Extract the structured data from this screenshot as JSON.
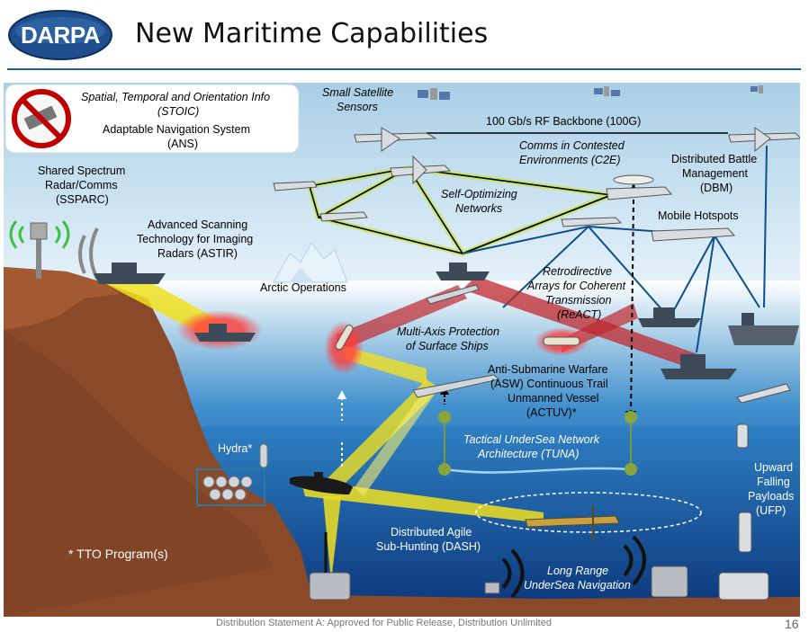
{
  "header": {
    "logo_text": "DARPA",
    "title": "New Maritime Capabilities"
  },
  "labels": {
    "stoic": "Spatial, Temporal and Orientation Info",
    "stoic_abbr": "(STOIC)",
    "ans": "Adaptable Navigation System",
    "ans_abbr": "(ANS)",
    "small_sat_1": "Small Satellite",
    "small_sat_2": "Sensors",
    "backbone": "100 Gb/s RF Backbone (100G)",
    "c2e_1": "Comms in Contested",
    "c2e_2": "Environments (C2E)",
    "dbm_1": "Distributed Battle",
    "dbm_2": "Management",
    "dbm_3": "(DBM)",
    "ssparc_1": "Shared Spectrum",
    "ssparc_2": "Radar/Comms",
    "ssparc_3": "(SSPARC)",
    "selfopt_1": "Self-Optimizing",
    "selfopt_2": "Networks",
    "hotspots": "Mobile Hotspots",
    "astir_1": "Advanced Scanning",
    "astir_2": "Technology for Imaging",
    "astir_3": "Radars (ASTIR)",
    "arctic": "Arctic Operations",
    "react_1": "Retrodirective",
    "react_2": "Arrays for Coherent",
    "react_3": "Transmission",
    "react_4": "(ReACT)",
    "multiaxis_1": "Multi-Axis Protection",
    "multiaxis_2": "of Surface Ships",
    "actuv_1": "Anti-Submarine Warfare",
    "actuv_2": "(ASW) Continuous Trail",
    "actuv_3": "Unmanned Vessel",
    "actuv_4": "(ACTUV)*",
    "hydra": "Hydra*",
    "tuna_1": "Tactical UnderSea Network",
    "tuna_2": "Architecture (TUNA)",
    "ufp_1": "Upward",
    "ufp_2": "Falling",
    "ufp_3": "Payloads",
    "ufp_4": "(UFP)",
    "dash_1": "Distributed Agile",
    "dash_2": "Sub-Hunting (DASH)",
    "tto": "* TTO Program(s)",
    "lrun_1": "Long Range",
    "lrun_2": "UnderSea Navigation"
  },
  "footer": {
    "statement": "Distribution Statement A: Approved for Public Release, Distribution Unlimited",
    "page": "16"
  },
  "colors": {
    "brand_blue": "#1f4e8c",
    "rule": "#1f5f8b",
    "sky_top": "#9ec6e0",
    "sea_deep": "#0b3a82",
    "seabed": "#8a4a2a",
    "network_green": "#c8e64a",
    "beam_yellow": "#f0e020",
    "beam_red": "#c0282c",
    "network_blue": "#0d4f8c"
  }
}
